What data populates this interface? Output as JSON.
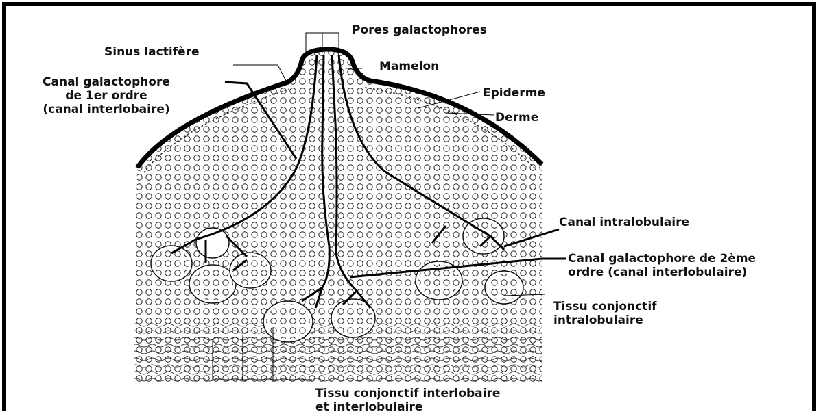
{
  "labels": {
    "pores": "Pores galactophores",
    "sinus": "Sinus lactifère",
    "mamelon": "Mamelon",
    "canal1_line1": "Canal galactophore",
    "canal1_line2": "de 1er ordre",
    "canal1_line3": "(canal interlobaire)",
    "epiderme": "Epiderme",
    "derme": "Derme",
    "intralobulaire": "Canal intralobulaire",
    "canal2_line1": "Canal galactophore de 2ème",
    "canal2_line2": "ordre (canal interlobulaire)",
    "tissu_intra_line1": "Tissu conjonctif",
    "tissu_intra_line2": "intralobulaire",
    "tissu_inter_line1": "Tissu conjonctif interlobaire",
    "tissu_inter_line2": "et interlobulaire"
  }
}
